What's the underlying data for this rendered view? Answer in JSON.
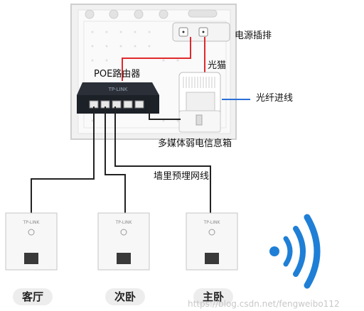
{
  "labels": {
    "power_strip": "电源插排",
    "poe_router": "POE路由器",
    "optical_modem": "光猫",
    "fiber_in": "光纤进线",
    "info_box": "多媒体弱电信息箱",
    "wall_cable": "墙里预埋网线"
  },
  "router_brand": "TP-LINK",
  "panel_brand": "TP-LINK",
  "rooms": [
    "客厅",
    "次卧",
    "主卧"
  ],
  "watermark": "https://blog.csdn.net/fengweibo112",
  "colors": {
    "power_cable": "#e0282c",
    "fiber_cable": "#2b6fd6",
    "network_cable": "#222222",
    "wifi": "#1f7fd6"
  },
  "icons": [
    "wifi-icon"
  ]
}
